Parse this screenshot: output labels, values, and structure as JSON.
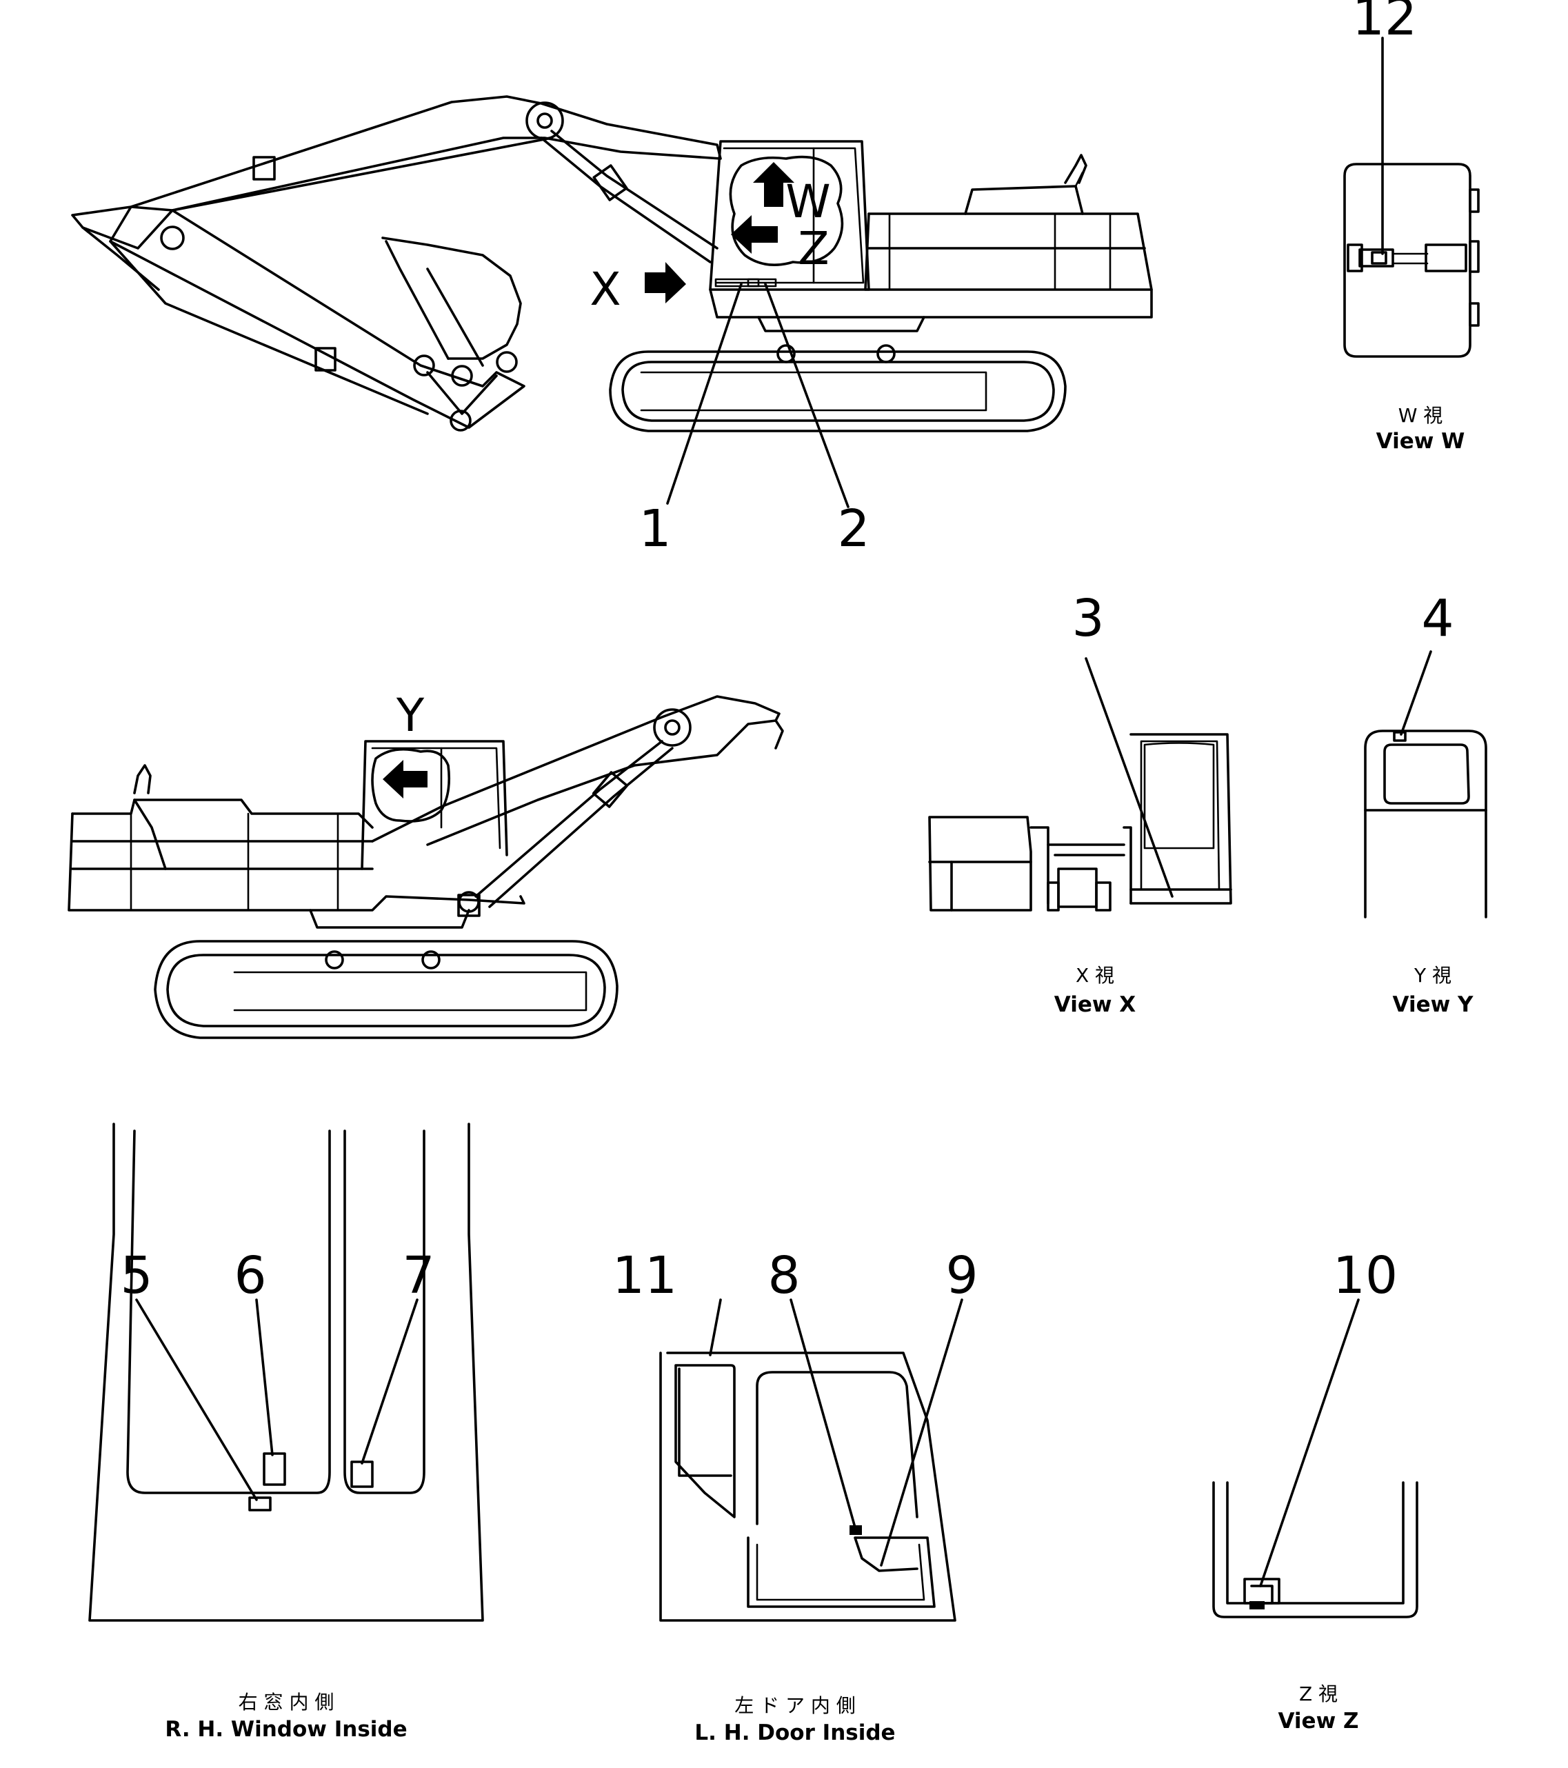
{
  "parts": {
    "p1": "1",
    "p2": "2",
    "p3": "3",
    "p4": "4",
    "p5": "5",
    "p6": "6",
    "p7": "7",
    "p8": "8",
    "p9": "9",
    "p10": "10",
    "p11": "11",
    "p12": "12"
  },
  "view_markers": {
    "w": "W",
    "z": "Z",
    "x": "X",
    "y": "Y"
  },
  "captions": {
    "view_w_jp": "W 視",
    "view_w_en": "View W",
    "view_x_jp": "X 視",
    "view_x_en": "View X",
    "view_y_jp": "Y 視",
    "view_y_en": "View Y",
    "view_z_jp": "Z 視",
    "view_z_en": "View Z",
    "rh_window_jp": "右 窓 内 側",
    "rh_window_en": "R. H. Window Inside",
    "lh_door_jp": "左 ド ア 内 側",
    "lh_door_en": "L. H. Door Inside"
  }
}
